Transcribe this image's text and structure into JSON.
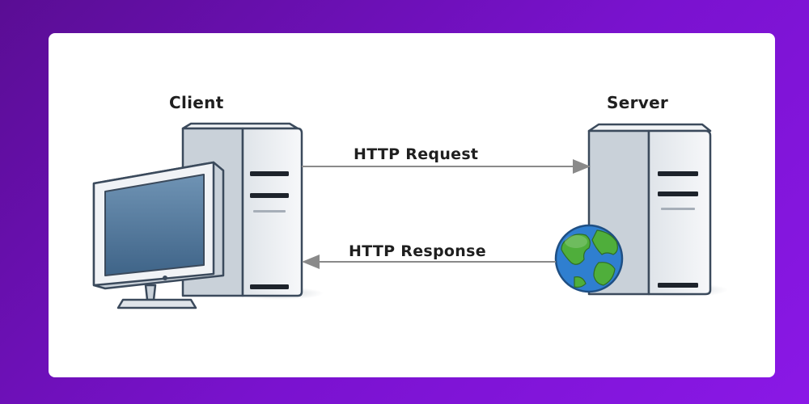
{
  "diagram": {
    "nodes": {
      "client": {
        "label": "Client"
      },
      "server": {
        "label": "Server"
      }
    },
    "edges": {
      "request": {
        "label": "HTTP Request",
        "from": "client",
        "to": "server"
      },
      "response": {
        "label": "HTTP Response",
        "from": "server",
        "to": "client"
      }
    },
    "colors": {
      "background_start": "#5a0d94",
      "background_end": "#8a18e6",
      "card": "#ffffff",
      "outline": "#3b4a5c",
      "tower_fill": "#eef1f4",
      "tower_side": "#c9d1d9",
      "screen": "#4d7396",
      "arrow": "#8a8a8a",
      "globe_ocean": "#2f7fd0",
      "globe_land": "#4fae3b"
    },
    "icons": [
      "desktop-computer-icon",
      "server-tower-icon",
      "globe-icon"
    ]
  }
}
